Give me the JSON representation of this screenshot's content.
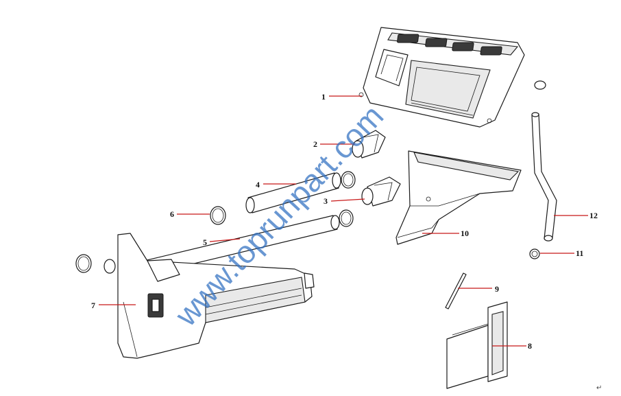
{
  "diagram": {
    "type": "exploded-parts-view",
    "callouts": [
      {
        "id": "c1",
        "label": "1"
      },
      {
        "id": "c2",
        "label": "2"
      },
      {
        "id": "c3",
        "label": "3"
      },
      {
        "id": "c4",
        "label": "4"
      },
      {
        "id": "c5",
        "label": "5"
      },
      {
        "id": "c6",
        "label": "6"
      },
      {
        "id": "c7",
        "label": "7"
      },
      {
        "id": "c8",
        "label": "8"
      },
      {
        "id": "c9",
        "label": "9"
      },
      {
        "id": "c10",
        "label": "10"
      },
      {
        "id": "c11",
        "label": "11"
      },
      {
        "id": "c12",
        "label": "12"
      }
    ],
    "leader_color": "#c81818",
    "watermark": "www.toprunpart.com",
    "watermark_color": "#2f6fc0",
    "paragraph_mark": "↵"
  }
}
